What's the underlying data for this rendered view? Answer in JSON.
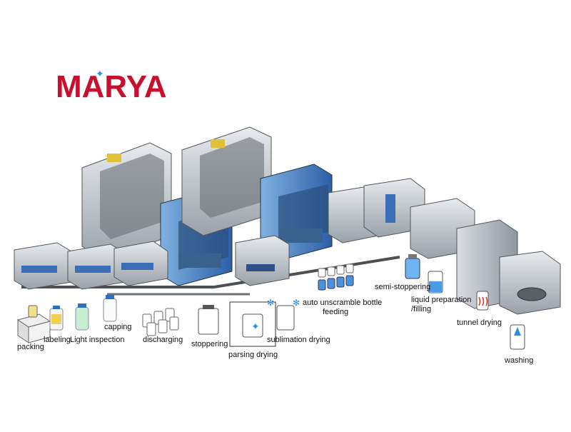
{
  "brand": {
    "name": "MARYA",
    "color": "#c8102e"
  },
  "labels": {
    "packing": "packing",
    "labeling": "labeling",
    "light_inspection": "Light inspection",
    "capping": "capping",
    "discharging": "discharging",
    "stoppering": "stoppering",
    "parsing_drying": "parsing drying",
    "sublimation_drying": "sublimation drying",
    "auto_unscramble_line1": "auto unscramble bottle",
    "auto_unscramble_line2": "feeding",
    "semi_stoppering": "semi-stoppering",
    "liquid_prep_line1": "liquid preparation",
    "liquid_prep_line2": "/filling",
    "tunnel_drying": "tunnel drying",
    "washing": "washing"
  },
  "colors": {
    "machine_steel": "#b9bec4",
    "panel_blue": "#3a6fb8",
    "accent_red": "#d9342b",
    "drop_blue": "#2d8fe0"
  }
}
